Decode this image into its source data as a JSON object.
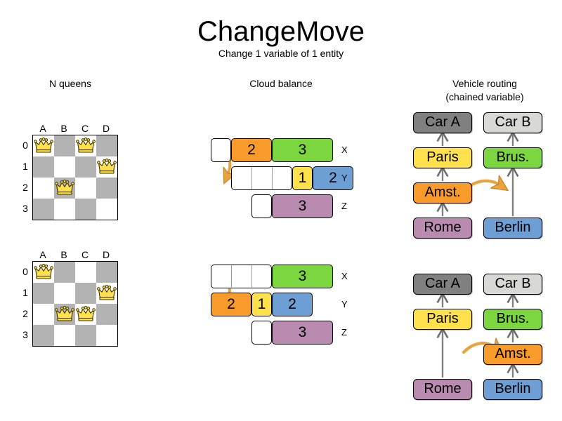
{
  "header": {
    "title": "ChangeMove",
    "subtitle": "Change 1 variable of 1 entity"
  },
  "sections": [
    {
      "id": "n-queens",
      "label": "N queens"
    },
    {
      "id": "cloud-balance",
      "label": "Cloud balance"
    },
    {
      "id": "vehicle-routing",
      "label": "Vehicle routing",
      "label2": "(chained variable)"
    }
  ],
  "colors": {
    "board_dark": "#b3b3b3",
    "board_light": "#ffffff",
    "queen_gold": "#ffe14d",
    "arrow_gold": "#e8a33d",
    "orange": "#f89b2a",
    "green": "#7cd63f",
    "yellow": "#ffe14d",
    "blue": "#6e9fd4",
    "purple": "#b98bb0",
    "car_a_gray": "#808080",
    "car_b_gray": "#d8d8d4",
    "arrow_line": "#808080"
  },
  "n_queens": {
    "files": [
      "A",
      "B",
      "C",
      "D"
    ],
    "ranks": [
      "0",
      "1",
      "2",
      "3"
    ],
    "before": {
      "queens": [
        {
          "file": "A",
          "rank": "0"
        },
        {
          "file": "C",
          "rank": "0"
        },
        {
          "file": "D",
          "rank": "1"
        },
        {
          "file": "B",
          "rank": "2"
        }
      ],
      "move": {
        "from_file": "C",
        "from_rank": "0",
        "to_file": "C",
        "to_rank": "2"
      }
    },
    "after": {
      "queens": [
        {
          "file": "A",
          "rank": "0"
        },
        {
          "file": "D",
          "rank": "1"
        },
        {
          "file": "B",
          "rank": "2"
        },
        {
          "file": "C",
          "rank": "2"
        }
      ],
      "move": {
        "from_file": "C",
        "from_rank": "0",
        "to_file": "C",
        "to_rank": "2"
      }
    }
  },
  "cloud_balance": {
    "computers": [
      "X",
      "Y",
      "Z"
    ],
    "before": [
      {
        "computer": "X",
        "lead_empty": 1,
        "processes": [
          {
            "value": "2",
            "size": 2,
            "color": "orange"
          },
          {
            "value": "3",
            "size": 3,
            "color": "green"
          }
        ]
      },
      {
        "computer": "Y",
        "lead_empty": 3,
        "processes": [
          {
            "value": "1",
            "size": 1,
            "color": "yellow"
          },
          {
            "value": "2",
            "size": 2,
            "color": "blue"
          }
        ]
      },
      {
        "computer": "Z",
        "lead_empty": 1,
        "processes": [
          {
            "value": "3",
            "size": 3,
            "color": "purple"
          }
        ]
      }
    ],
    "after": [
      {
        "computer": "X",
        "lead_empty": 3,
        "processes": [
          {
            "value": "3",
            "size": 3,
            "color": "green"
          }
        ]
      },
      {
        "computer": "Y",
        "lead_empty": 0,
        "processes": [
          {
            "value": "2",
            "size": 2,
            "color": "orange"
          },
          {
            "value": "1",
            "size": 1,
            "color": "yellow"
          },
          {
            "value": "2",
            "size": 2,
            "color": "blue"
          }
        ]
      },
      {
        "computer": "Z",
        "lead_empty": 1,
        "processes": [
          {
            "value": "3",
            "size": 3,
            "color": "purple"
          }
        ]
      }
    ],
    "moved_process": {
      "value": "2",
      "from": "X",
      "to": "Y"
    }
  },
  "vehicle_routing": {
    "before": {
      "chains": [
        {
          "vehicle": "Car A",
          "vehicle_color": "car_a_gray",
          "stops": [
            {
              "label": "Paris",
              "color": "yellow"
            },
            {
              "label": "Amst.",
              "color": "orange"
            },
            {
              "label": "Rome",
              "color": "purple"
            }
          ]
        },
        {
          "vehicle": "Car B",
          "vehicle_color": "car_b_gray",
          "stops": [
            {
              "label": "Brus.",
              "color": "green"
            },
            {
              "label": "Berlin",
              "color": "blue"
            }
          ]
        }
      ]
    },
    "after": {
      "chains": [
        {
          "vehicle": "Car A",
          "vehicle_color": "car_a_gray",
          "stops": [
            {
              "label": "Paris",
              "color": "yellow"
            },
            {
              "label": "Rome",
              "color": "purple"
            }
          ]
        },
        {
          "vehicle": "Car B",
          "vehicle_color": "car_b_gray",
          "stops": [
            {
              "label": "Brus.",
              "color": "green"
            },
            {
              "label": "Amst.",
              "color": "orange"
            },
            {
              "label": "Berlin",
              "color": "blue"
            }
          ]
        }
      ]
    },
    "moved_stop": {
      "label": "Amst.",
      "from": "Car A",
      "to": "Car B"
    }
  }
}
